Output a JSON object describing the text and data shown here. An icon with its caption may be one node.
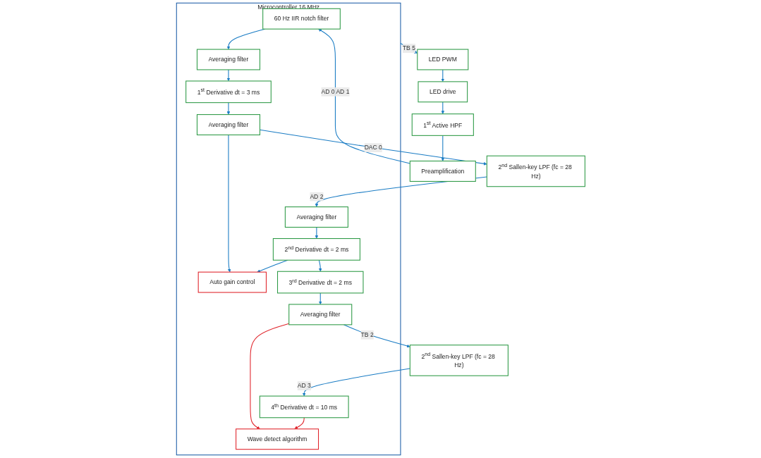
{
  "diagram": {
    "nodes": [
      {
        "text": [
          "Microcontroller 16 MHz"
        ]
      },
      {
        "text": [
          "Preamplification"
        ]
      },
      {
        "text": [
          "1$^{st}$ Active HPF"
        ]
      },
      {
        "text": [
          "LED drive"
        ]
      },
      {
        "text": [
          "LED PWM"
        ]
      },
      {
        "text": [
          "60 Hz IIR notch filter"
        ],
        "in": 0
      },
      {
        "text": [
          "Averaging filter"
        ],
        "in": 0
      },
      {
        "text": [
          "1$^{st}$ Derivative dt = 3 ms"
        ],
        "in": 0
      },
      {
        "text": [
          "Averaging filter"
        ],
        "in": 0
      },
      {
        "text": [
          "Averaging filter"
        ],
        "in": 0
      },
      {
        "text": [
          "Auto gain control"
        ],
        "in": 0
      },
      {
        "text": [
          "2$^{nd}$ Derivative dt = 2 ms"
        ],
        "in": 0
      },
      {
        "text": [
          "3$^{rd}$ Derivative dt = 2 ms"
        ],
        "in": 0
      },
      {
        "text": [
          "Averaging filter"
        ],
        "in": 0
      },
      {
        "text": [
          "Wave detect algorithm"
        ],
        "in": 0
      },
      {
        "text": [
          "4$^{th}$ Derivative dt = 10 ms"
        ],
        "in": 0
      },
      {
        "text": [
          "2$^{nd}$ Sallen-key LPF (fc = 28 Hz)"
        ]
      },
      {
        "text": [
          "2$^{nd}$ Sallen-key LPF (fc = 28 Hz)"
        ]
      }
    ],
    "edges": [
      {
        "from": 4,
        "to": 3,
        "arrow": "to"
      },
      {
        "from": 3,
        "to": 2,
        "arrow": "to"
      },
      {
        "from": 2,
        "to": 1,
        "arrow": "to"
      },
      {
        "from": 1,
        "to": 5,
        "arrow": "to",
        "label": "AD 0 AD 1"
      },
      {
        "from": 5,
        "to": 6,
        "arrow": "to"
      },
      {
        "from": 6,
        "to": 7,
        "arrow": "to"
      },
      {
        "from": 7,
        "to": 8,
        "arrow": "to"
      },
      {
        "from": 8,
        "to": 16,
        "arrow": "to",
        "label": "DAC 0"
      },
      {
        "from": 8,
        "to": 10,
        "arrow": "to"
      },
      {
        "from": 16,
        "to": 9,
        "arrow": "to",
        "label": "AD 2"
      },
      {
        "from": 9,
        "to": 11,
        "arrow": "to"
      },
      {
        "from": 11,
        "to": 10,
        "arrow": "to"
      },
      {
        "from": 11,
        "to": 12,
        "arrow": "to"
      },
      {
        "from": 12,
        "to": 13,
        "arrow": "to"
      },
      {
        "from": 13,
        "to": 17,
        "arrow": "to",
        "label": "TB 2"
      },
      {
        "from": 17,
        "to": 15,
        "arrow": "to",
        "label": "AD 3"
      },
      {
        "from": 13,
        "to": 14,
        "arrow": "to",
        "color": "#e0242b"
      },
      {
        "from": 15,
        "to": 14,
        "arrow": "to",
        "color": "#e0242b"
      },
      {
        "from": 0,
        "to": 4,
        "arrow": "to",
        "label": "TB 5"
      }
    ]
  }
}
